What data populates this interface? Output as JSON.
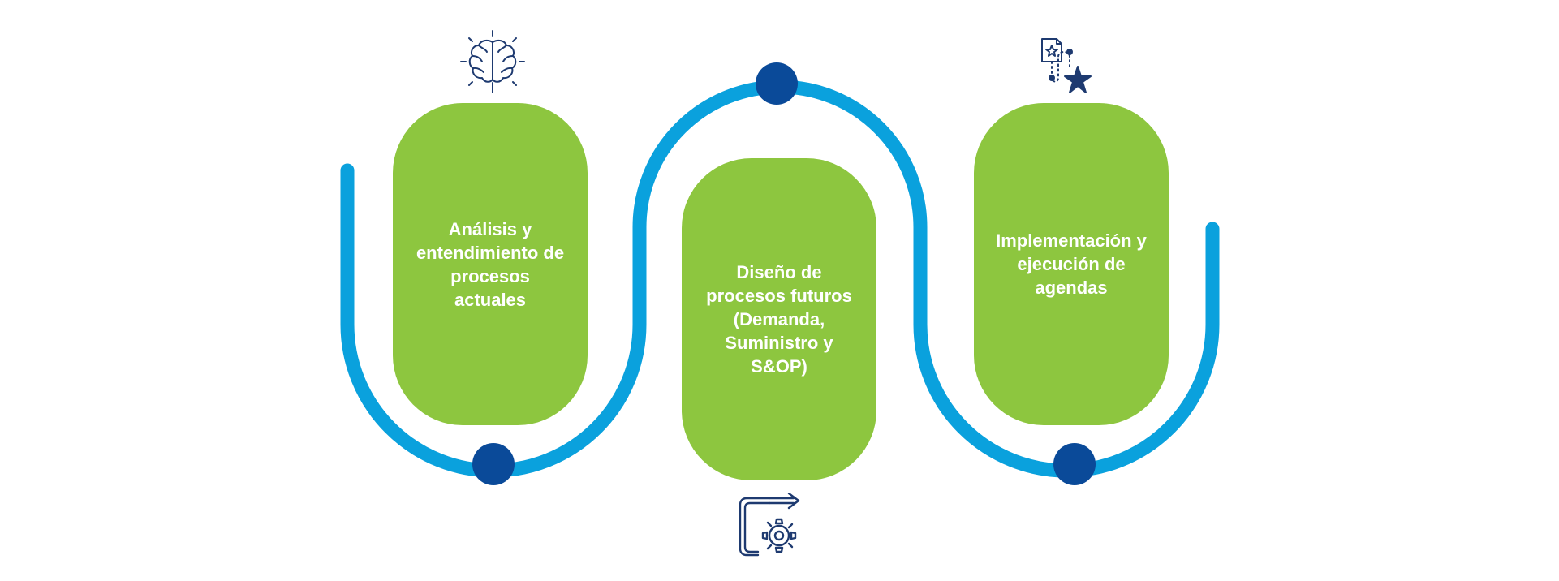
{
  "colors": {
    "wave": "#0aa1dd",
    "card": "#8dc63f",
    "node": "#0a4a99",
    "icon": "#1e3a70",
    "label": "#ffffff"
  },
  "steps": [
    {
      "label": "Análisis y entendimiento de procesos actuales",
      "icon": "brain-icon"
    },
    {
      "label": "Diseño de procesos futuros (Demanda, Suministro y S&OP)",
      "icon": "process-gear-icon"
    },
    {
      "label": "Implementación y ejecución de agendas",
      "icon": "roadmap-star-icon"
    }
  ]
}
